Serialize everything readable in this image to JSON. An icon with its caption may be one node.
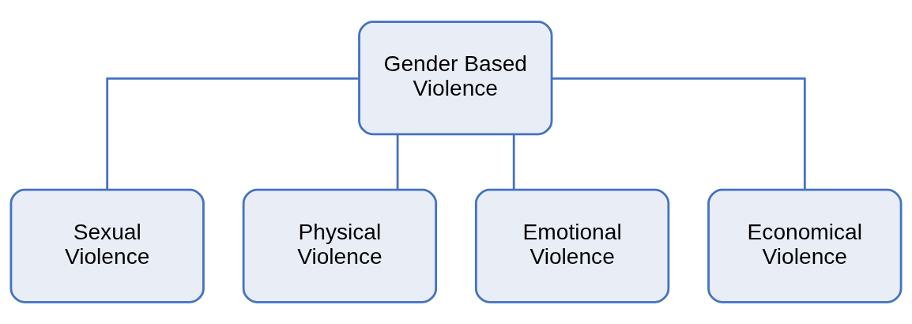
{
  "diagram": {
    "nodes": [
      {
        "text": [
          "Gender Based Violence"
        ]
      },
      {
        "text": [
          "Sexual Violence"
        ]
      },
      {
        "text": [
          "Physical Violence"
        ]
      },
      {
        "text": [
          "Emotional Violence"
        ]
      },
      {
        "text": [
          "Economical Violence"
        ]
      }
    ],
    "edges": [
      {
        "from": 0,
        "to": 1,
        "arrow": "none"
      },
      {
        "from": 0,
        "to": 2,
        "arrow": "none"
      },
      {
        "from": 0,
        "to": 3,
        "arrow": "none"
      },
      {
        "from": 0,
        "to": 4,
        "arrow": "none"
      }
    ]
  }
}
